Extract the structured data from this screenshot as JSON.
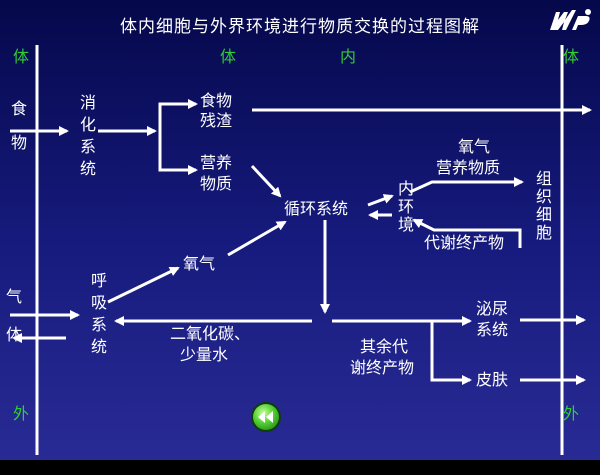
{
  "title": "体内细胞与外界环境进行物质交换的过程图解",
  "side_labels": {
    "left_top": "体",
    "center_top_1": "体",
    "center_top_2": "内",
    "right_top": "体",
    "left_bottom": "外",
    "right_bottom": "外"
  },
  "nodes": {
    "food": "食物",
    "digestive": "消化系统",
    "residue_1": "食物",
    "residue_2": "残渣",
    "nutrient_1": "营养",
    "nutrient_2": "物质",
    "circulation": "循环系统",
    "internal_env": "内环境",
    "oxygen_nutrient_1": "氧气",
    "oxygen_nutrient_2": "营养物质",
    "tissue_cells": "组织细胞",
    "metabolic_products": "代谢终产物",
    "gas": "气",
    "body": "体",
    "respiratory": "呼吸系统",
    "oxygen": "氧气",
    "co2_1": "二氧化碳、",
    "co2_2": "少量水",
    "other_1": "其余代",
    "other_2": "谢终产物",
    "urinary_1": "泌尿",
    "urinary_2": "系统",
    "skin": "皮肤"
  },
  "colors": {
    "background_top": "#05084a",
    "background_bottom": "#2a2c96",
    "line": "#ffffff",
    "arrow": "#ffffff",
    "region_label": "#33cc33",
    "button": "#4fcf2e"
  },
  "icons": {
    "logo": "logo-icon",
    "back_button": "rewind-icon"
  }
}
